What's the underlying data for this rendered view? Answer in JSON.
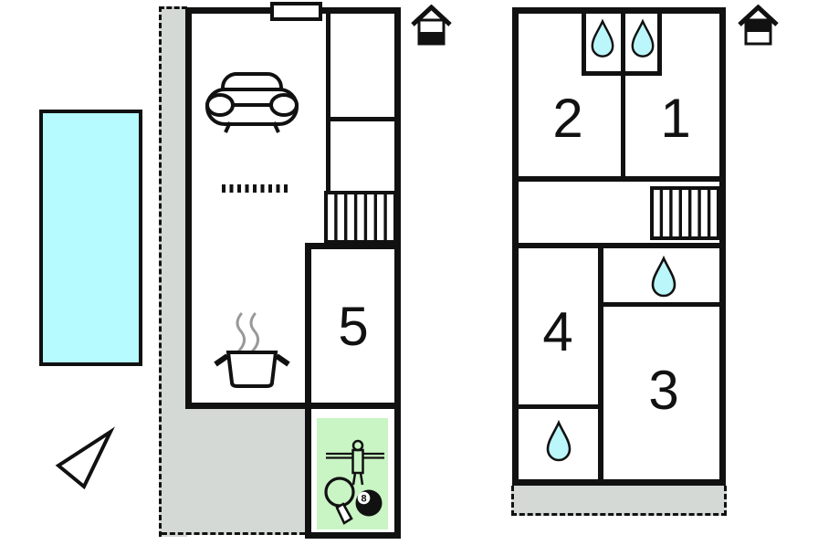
{
  "colors": {
    "wall": "#111111",
    "terrace": "#d4d9d6",
    "pool": "#b6fbff",
    "drop": "#baf6fa",
    "games": "#c9f4c4",
    "steam": "#999999"
  },
  "ground_floor": {
    "level_indicator": "house-lower-level-highlighted",
    "room5_label": "5",
    "eight_ball_label": "8",
    "features": [
      "swimming-pool",
      "terrace-dashed",
      "sofa",
      "cooking-pot-with-steam",
      "staircase",
      "window",
      "dotted-partition",
      "wardrobe-compartments",
      "games-area-table-tennis",
      "games-area-foosball",
      "games-area-billiard-ball",
      "direction-arrow"
    ]
  },
  "upper_floor": {
    "level_indicator": "house-upper-level-highlighted",
    "room1_label": "1",
    "room2_label": "2",
    "room3_label": "3",
    "room4_label": "4",
    "features": [
      "terrace-dashed",
      "staircase",
      "water-drop-closet-x2",
      "water-drop-bathroom-x2"
    ]
  }
}
